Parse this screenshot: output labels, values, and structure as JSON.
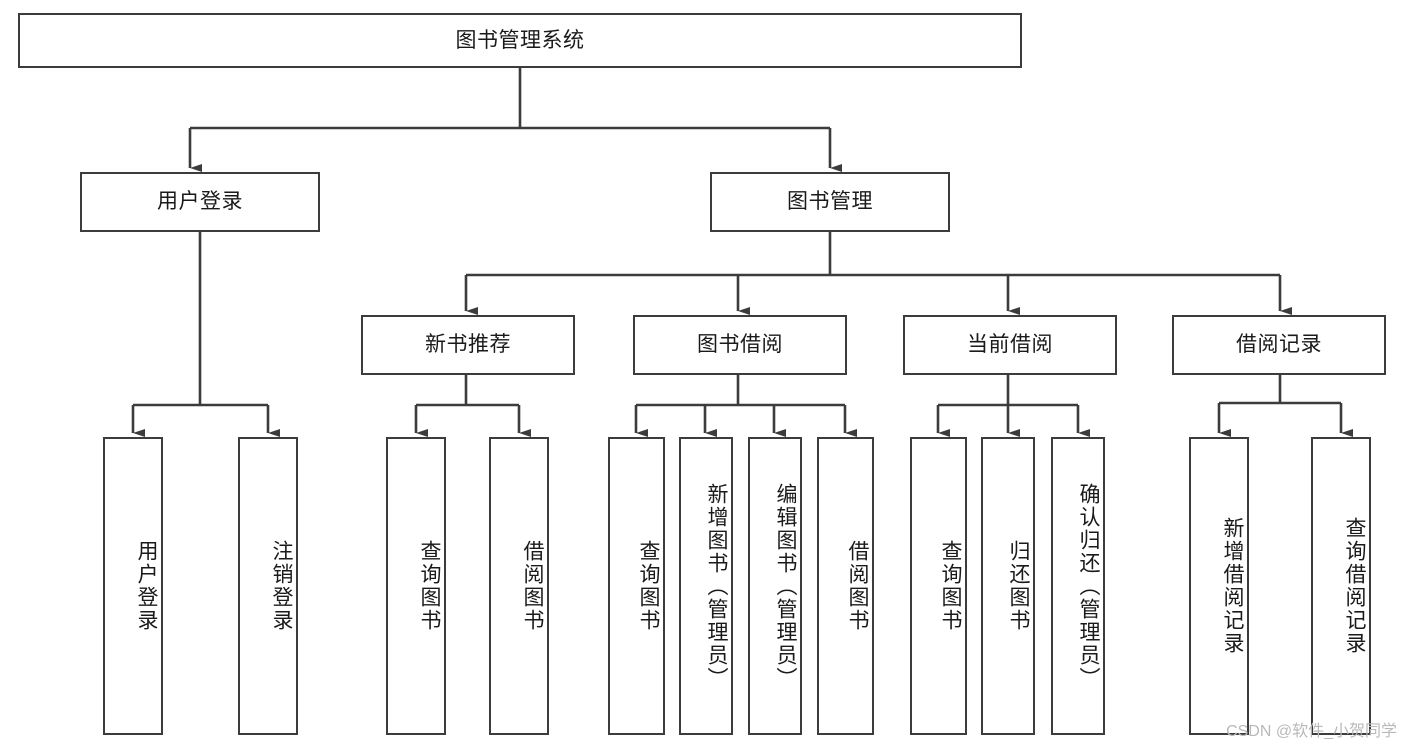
{
  "diagram": {
    "title": "图书管理系统",
    "root": {
      "id": "root",
      "label": "图书管理系统"
    },
    "level2": [
      {
        "id": "user-login",
        "label": "用户登录"
      },
      {
        "id": "book-manage",
        "label": "图书管理"
      }
    ],
    "level3": [
      {
        "id": "new-book-rec",
        "label": "新书推荐"
      },
      {
        "id": "book-borrow",
        "label": "图书借阅"
      },
      {
        "id": "current-borrow",
        "label": "当前借阅"
      },
      {
        "id": "borrow-record",
        "label": "借阅记录"
      }
    ],
    "leaves": {
      "user_login": [
        {
          "id": "leaf-user-login",
          "label": "用户登录"
        },
        {
          "id": "leaf-logout-login",
          "label": "注销登录"
        }
      ],
      "new_book_rec": [
        {
          "id": "leaf-query-book-1",
          "label": "查询图书"
        },
        {
          "id": "leaf-borrow-book-1",
          "label": "借阅图书"
        }
      ],
      "book_borrow": [
        {
          "id": "leaf-query-book-2",
          "label": "查询图书"
        },
        {
          "id": "leaf-add-book",
          "label": "新增图书（管理员）"
        },
        {
          "id": "leaf-edit-book",
          "label": "编辑图书（管理员）"
        },
        {
          "id": "leaf-borrow-book-2",
          "label": "借阅图书"
        }
      ],
      "current_borrow": [
        {
          "id": "leaf-query-book-3",
          "label": "查询图书"
        },
        {
          "id": "leaf-return-book",
          "label": "归还图书"
        },
        {
          "id": "leaf-confirm-return",
          "label": "确认归还（管理员）"
        }
      ],
      "borrow_record": [
        {
          "id": "leaf-add-record",
          "label": "新增借阅记录"
        },
        {
          "id": "leaf-query-record",
          "label": "查询借阅记录"
        }
      ]
    },
    "watermark": "CSDN @软件_小贺同学",
    "colors": {
      "stroke": "#3c3c3c",
      "fill": "#ffffff",
      "text": "#1a1a1a",
      "watermark": "#b9b9b9"
    }
  }
}
